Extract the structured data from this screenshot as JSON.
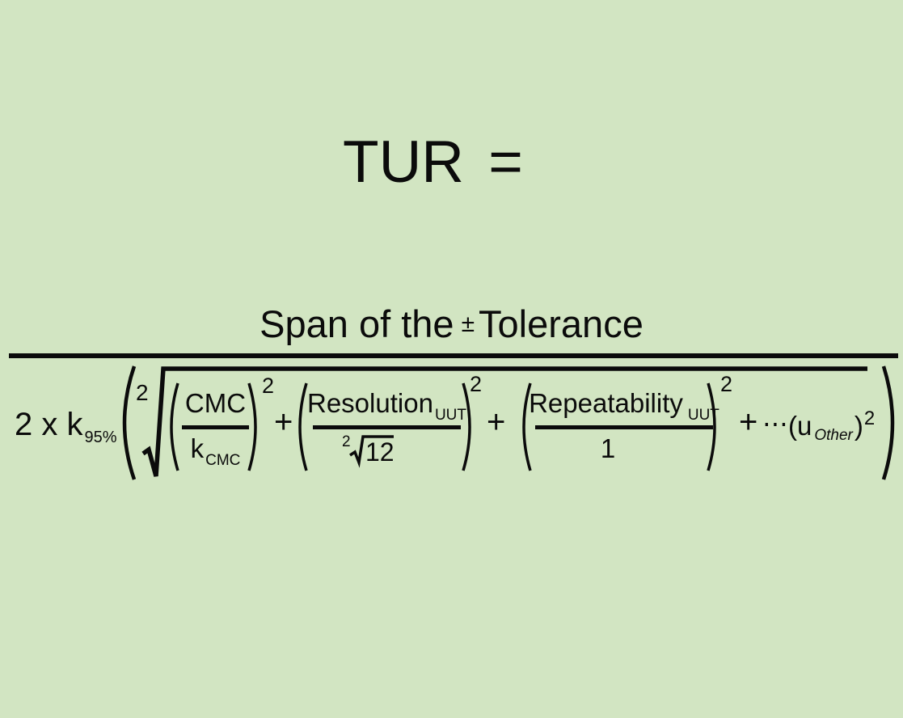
{
  "colors": {
    "background": "#d2e5c2",
    "ink": "#0b0b0b"
  },
  "formula": {
    "lhs": "TUR =",
    "numerator": {
      "text_before": "Span of the",
      "plus_minus": "±",
      "text_after": "Tolerance"
    },
    "denominator": {
      "coefficient_main": "2 x k",
      "coefficient_subscript": "95%",
      "radical_index": "2",
      "plus_operator": "+",
      "term1": {
        "numerator": "CMC",
        "denominator_base": "k",
        "denominator_subscript": "CMC",
        "exponent": "2"
      },
      "term2": {
        "numerator_base": "Resolution",
        "numerator_subscript": "UUT",
        "denominator_radical_index": "2",
        "denominator_radicand": "12",
        "exponent": "2"
      },
      "term3": {
        "numerator_base": "Repeatability",
        "numerator_subscript": "UUT",
        "denominator": "1",
        "exponent": "2"
      },
      "ellipsis": "⋯",
      "other_term": {
        "open": "(",
        "base": "u",
        "subscript": "Other",
        "close": ")",
        "exponent": "2"
      }
    }
  }
}
